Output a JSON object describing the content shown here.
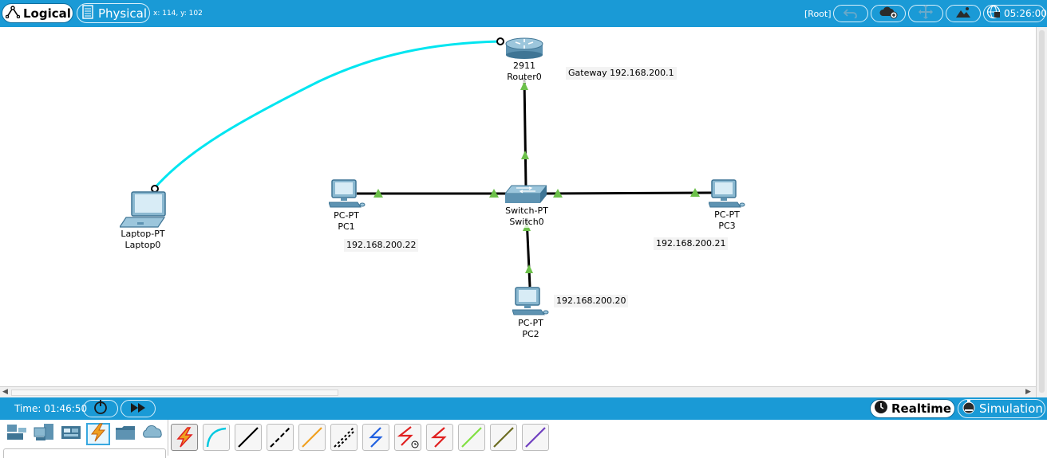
{
  "topbar": {
    "tabs": [
      {
        "label": "Logical",
        "icon": "logical-topology-icon",
        "active": true
      },
      {
        "label": "Physical",
        "icon": "physical-rack-icon",
        "active": false
      }
    ],
    "coords": "x: 114, y: 102",
    "root_label": "[Root]",
    "buttons": [
      "back-arrow-icon",
      "cloud-add-icon",
      "move-arrows-icon",
      "image-background-icon"
    ],
    "clock": "05:26:00"
  },
  "devices": [
    {
      "id": "router0",
      "model": "2911",
      "name": "Router0"
    },
    {
      "id": "switch0",
      "model": "Switch-PT",
      "name": "Switch0"
    },
    {
      "id": "pc1",
      "model": "PC-PT",
      "name": "PC1"
    },
    {
      "id": "pc2",
      "model": "PC-PT",
      "name": "PC2"
    },
    {
      "id": "pc3",
      "model": "PC-PT",
      "name": "PC3"
    },
    {
      "id": "laptop0",
      "model": "Laptop-PT",
      "name": "Laptop0"
    }
  ],
  "notes": {
    "gateway": "Gateway 192.168.200.1",
    "pc1_ip": "192.168.200.22",
    "pc2_ip": "192.168.200.20",
    "pc3_ip": "192.168.200.21"
  },
  "bottombar": {
    "time_label": "Time: 01:46:50",
    "modes": [
      {
        "label": "Realtime",
        "active": true
      },
      {
        "label": "Simulation",
        "active": false
      }
    ]
  },
  "device_categories": [
    "network-devices-icon",
    "end-devices-icon",
    "components-icon",
    "connections-icon",
    "miscellaneous-icon",
    "multiuser-icon"
  ],
  "cables": [
    {
      "name": "automatic-cable",
      "color": "#e02020"
    },
    {
      "name": "console-cable",
      "color": "#00c8e0"
    },
    {
      "name": "copper-straight-through",
      "color": "#000000"
    },
    {
      "name": "copper-cross-over",
      "color": "#000000"
    },
    {
      "name": "fiber-cable",
      "color": "#f0a020"
    },
    {
      "name": "phone-cable",
      "color": "#000000"
    },
    {
      "name": "coaxial-cable",
      "color": "#2060e0"
    },
    {
      "name": "serial-dce-cable",
      "color": "#e02020"
    },
    {
      "name": "serial-dte-cable",
      "color": "#e02020"
    },
    {
      "name": "octal-cable",
      "color": "#80e040"
    },
    {
      "name": "iot-custom-cable",
      "color": "#6b6b20"
    },
    {
      "name": "usb-cable",
      "color": "#7040c0"
    }
  ],
  "colors": {
    "bar": "#1a9ad6",
    "link_up": "#6cc04a",
    "console_link": "#00e5f0"
  }
}
